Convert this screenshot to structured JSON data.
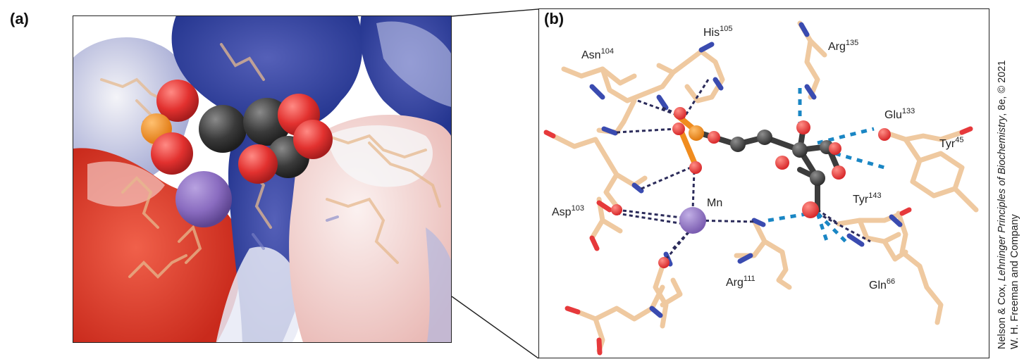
{
  "panel_a": {
    "label": "(a)"
  },
  "panel_b": {
    "label": "(b)",
    "residues": [
      {
        "name": "His",
        "num": "105"
      },
      {
        "name": "Asn",
        "num": "104"
      },
      {
        "name": "Arg",
        "num": "135"
      },
      {
        "name": "Glu",
        "num": "133"
      },
      {
        "name": "Tyr",
        "num": "45"
      },
      {
        "name": "Asp",
        "num": "103"
      },
      {
        "name": "Mn",
        "num": ""
      },
      {
        "name": "Tyr",
        "num": "143"
      },
      {
        "name": "Arg",
        "num": "111"
      },
      {
        "name": "Gln",
        "num": "66"
      }
    ]
  },
  "credit": {
    "prefix": "Nelson & Cox, ",
    "title": "Lehninger Principles of Biochemistry",
    "suffix": ", 8e, © 2021",
    "publisher": "W. H. Freeman and Company"
  },
  "colors": {
    "carbon_stick": "#efc9a0",
    "oxygen": "#e6393b",
    "nitrogen": "#3a4bb0",
    "phosphorus": "#f08c1e",
    "manganese": "#8d6fc2",
    "ligand_carbon": "#3c3c3c",
    "hbond_dark": "#2b2b5a",
    "hbond_blue": "#1a86c4",
    "surface_blue": "#2e3f9c",
    "surface_red": "#dc3b2a"
  }
}
